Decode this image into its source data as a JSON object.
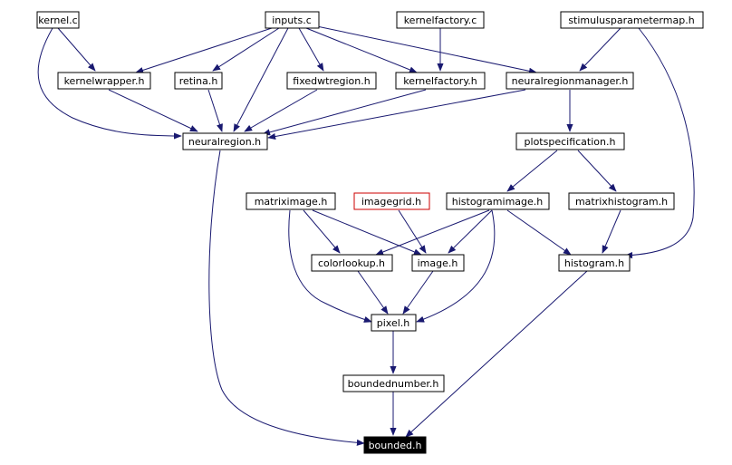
{
  "nodes": {
    "kernel_c": {
      "label": "kernel.c"
    },
    "inputs_c": {
      "label": "inputs.c"
    },
    "kernelfactory_c": {
      "label": "kernelfactory.c"
    },
    "stimulusparametermap_h": {
      "label": "stimulusparametermap.h"
    },
    "kernelwrapper_h": {
      "label": "kernelwrapper.h"
    },
    "retina_h": {
      "label": "retina.h"
    },
    "fixedwtregion_h": {
      "label": "fixedwtregion.h"
    },
    "kernelfactory_h": {
      "label": "kernelfactory.h"
    },
    "neuralregionmanager_h": {
      "label": "neuralregionmanager.h"
    },
    "neuralregion_h": {
      "label": "neuralregion.h"
    },
    "plotspecification_h": {
      "label": "plotspecification.h"
    },
    "matriximage_h": {
      "label": "matriximage.h"
    },
    "imagegrid_h": {
      "label": "imagegrid.h"
    },
    "histogramimage_h": {
      "label": "histogramimage.h"
    },
    "matrixhistogram_h": {
      "label": "matrixhistogram.h"
    },
    "colorlookup_h": {
      "label": "colorlookup.h"
    },
    "image_h": {
      "label": "image.h"
    },
    "histogram_h": {
      "label": "histogram.h"
    },
    "pixel_h": {
      "label": "pixel.h"
    },
    "boundednumber_h": {
      "label": "boundednumber.h"
    },
    "bounded_h": {
      "label": "bounded.h"
    }
  },
  "colors": {
    "edge": "#191970",
    "node_border": "#000000",
    "highlight_border": "#cc0000",
    "current_fill": "#000000",
    "current_text": "#ffffff"
  }
}
